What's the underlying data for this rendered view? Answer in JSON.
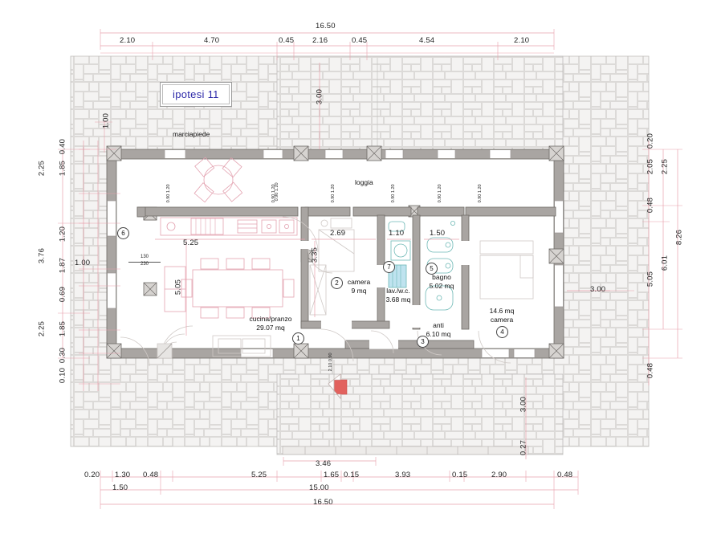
{
  "drawing": {
    "title_block": {
      "label": "ipotesi 11"
    },
    "kind": "architectural-floor-plan"
  },
  "colors": {
    "dimension_line": "#e8a0ab",
    "dimension_text": "#1f1f1f",
    "wall_fill": "#a9a5a2",
    "wall_stroke": "#6e6a67",
    "paving_stroke": "#cfcfcf",
    "paving_fill": "#f3f2f1",
    "furniture_pink": "#e9a8b4",
    "furniture_gray": "#c9c6c3",
    "sanitary_teal": "#7fc8c4",
    "title_text": "#2b27a8",
    "entry_arrow": "#e2625e",
    "background": "#ffffff"
  },
  "dimensions": {
    "top_overall": "16.50",
    "top_chain": [
      "2.10",
      "4.70",
      "0.45",
      "2.16",
      "0.45",
      "4.54",
      "2.10"
    ],
    "left_inner_chain": [
      "0.40",
      "1.85",
      "1.20",
      "1.87",
      "0.69",
      "1.85",
      "0.30",
      "0.10"
    ],
    "left_outer_chain": [
      "2.25",
      "3.76",
      "2.25"
    ],
    "left_notes": [
      "1.00",
      "1.00"
    ],
    "right_inner_chain": [
      "0.20",
      "2.05",
      "0.48",
      "5.05",
      "0.48"
    ],
    "right_mid_chain": [
      "2.25",
      "6.01"
    ],
    "right_overall": "8.26",
    "right_note": "3.00",
    "bottom_chain": [
      "0.20",
      "1.30",
      "0.48",
      "5.25",
      "1.65",
      "0.15",
      "3.93",
      "0.15",
      "2.90",
      "0.48"
    ],
    "bottom_second_chain": [
      "1.50",
      "15.00"
    ],
    "bottom_overall": "16.50",
    "bottom_stair_span": "3.46",
    "bottom_right_vert": [
      "3.00",
      "0.27"
    ],
    "top_extension_vert": "3.00",
    "interior_notes": {
      "kitchen_width": "5.25",
      "kitchen_depth": "5.05",
      "bedroom2_width": "2.69",
      "bedroom2_depth": "3.35",
      "wc_width": "1.10",
      "bath_width": "1.50",
      "opening_fraction_top": "130",
      "opening_fraction_bottom": "230"
    },
    "window_tags": [
      "0.90 1.20",
      "0.90 1.20",
      "0.90 1.20",
      "0.90 1.20",
      "0.90 1.20",
      "2.10 0.90"
    ]
  },
  "labels": {
    "sidewalk": "marciapiede",
    "loggia": "loggia"
  },
  "rooms": [
    {
      "tag": "1",
      "name": "cucina/pranzo",
      "area": "29.07 mq"
    },
    {
      "tag": "2",
      "name": "camera",
      "area": "9 mq"
    },
    {
      "tag": "3",
      "name": "anti",
      "area": "6.10 mq"
    },
    {
      "tag": "4",
      "name": "camera",
      "area": "14.6 mq"
    },
    {
      "tag": "5",
      "name": "bagno",
      "area": "5.02 mq"
    },
    {
      "tag": "6",
      "name": "",
      "area": ""
    },
    {
      "tag": "7",
      "name": "lav./w.c.",
      "area": "3.68 mq"
    }
  ]
}
